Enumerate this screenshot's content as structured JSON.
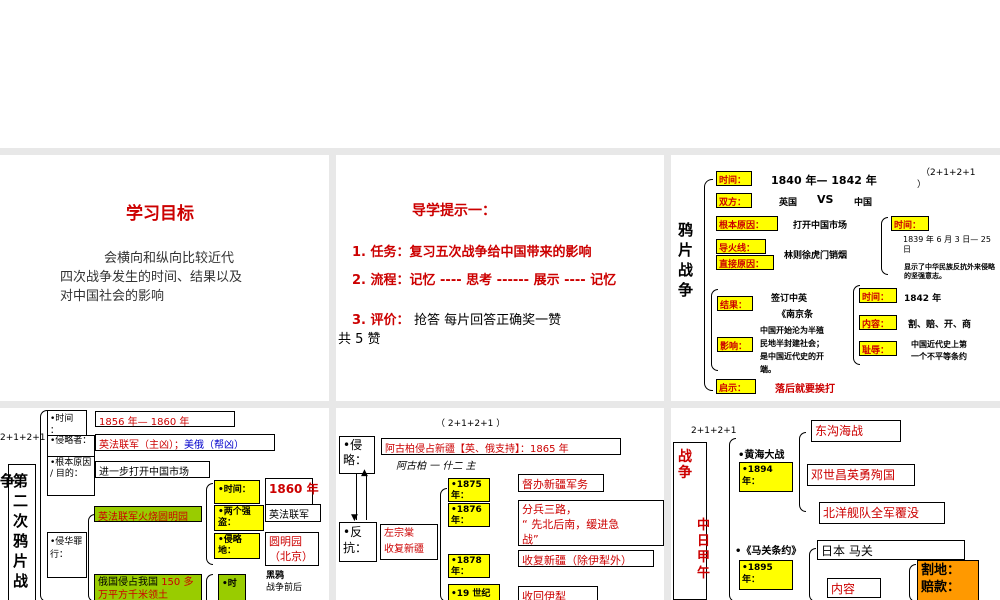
{
  "slide1": {
    "title": "学习目标",
    "body": [
      "会横向和纵向比较近代",
      "四次战争发生的时间、结果以及",
      "对中国社会的影响"
    ]
  },
  "slide2": {
    "title": "导学提示一：",
    "task": "1. 任务：复习五次战争给中国带来的影响",
    "flow": "2. 流程：记忆 ---- 思考 ------ 展示   ---- 记忆",
    "eval_label": "3. 评价：",
    "eval_text": "抢答       每片回答正确奖一赞",
    "eval_total": "共 5 赞"
  },
  "slide3": {
    "score": "（2+1+2+1",
    "score2": "）",
    "vertical_title": [
      "鸦",
      "片",
      "战",
      "争"
    ],
    "time_label": "时间：",
    "time_value": "1840 年— 1842 年",
    "sides_label": "双方：",
    "sides_a": "英国",
    "sides_vs": "VS",
    "sides_b": "中国",
    "root_label": "根本原因：",
    "root_value": "打开中国市场",
    "fuse_label": "导火线：",
    "direct_label": "直接原因：",
    "fuse_value": "林则徐虎门销烟",
    "right_time_label": "时间：",
    "right_time_value": "1839 年 6 月 3 日— 25 日",
    "right_note": "显示了中华民族反抗外来侵略的坚强意志。",
    "result_label": "结果：",
    "result_value1": "签订中英",
    "result_value2": "《南京条",
    "time2_label": "时间：",
    "time2_value": "1842 年",
    "content_label": "内容：",
    "content_value": "割、赔、开、商",
    "effect_label": "影响：",
    "effect_value1": "中国开始沦为半殖",
    "effect_value2": "民地半封建社会；",
    "effect_value3": "是中国近代史的开",
    "effect_value4": "端。",
    "shame_label": "耻辱：",
    "shame_value1": "中国近代史上第",
    "shame_value2": "一个不平等条约",
    "lesson_label": "启示：",
    "lesson_value": "落后就要挨打"
  },
  "slide4": {
    "score": "2+1+2+1",
    "war_prefix": "争",
    "vertical_title": [
      "第",
      "二",
      "次",
      "鸦",
      "片",
      "战"
    ],
    "time_label": "•时间",
    "time_label2": "：",
    "time_value": "1856 年— 1860 年",
    "invader_label": "•侵略者：",
    "invader_value_a": "英法联军（主凶）；",
    "invader_value_b": "美俄（帮凶）",
    "root_label": "•根本原因 / 目的：",
    "root_value": "进一步打开中国市场",
    "crime_label": "•侵华罪行：",
    "crime1": "英法联军火烧圆明园",
    "sub_time": "•时间：",
    "sub_time_value": "1860 年",
    "sub_strong": "•两个强盗：",
    "sub_strong_value": "英法联军",
    "sub_place": "•侵略地：",
    "sub_place_value1": "圆明园",
    "sub_place_value2": "（北京）",
    "crime2_a": "俄国侵占我国",
    "crime2_b": "150 多",
    "crime2_c": "万平方千米领土",
    "sub_time2": "•时",
    "side_note1": "黑鸦",
    "side_note2": "战争前后"
  },
  "slide5": {
    "score": "（ 2+1+2+1 ）",
    "invade_label": "•侵略：",
    "invade_value": "阿古柏侵占新疆【英、俄支持】：1865 年",
    "handwriting": "阿古柏 一 什二 主",
    "resist_label": "•反抗：",
    "resist_a": "左宗棠",
    "resist_b": "收复新疆",
    "y1875": "•1875 年：",
    "y1875_value": "督办新疆军务",
    "y1876": "•1876 年：",
    "y1876_value1": "分兵三路，",
    "y1876_value2": "“ 先北后南，缓进急",
    "y1876_value3": "战”",
    "y1876_value4": "收复新疆（除伊犁外）",
    "y1878": "•1878 年：",
    "y19": "•19 世纪",
    "y19_value": "收回伊犁"
  },
  "slide6": {
    "score": "2+1+2+1",
    "vertical_a": [
      "战",
      "争"
    ],
    "vertical_b": [
      "中",
      "日",
      "甲",
      "午"
    ],
    "battle_label": "•黄海大战",
    "y1894": "•1894 年：",
    "battle1": "东沟海战",
    "battle2": "邓世昌英勇殉国",
    "battle3": "北洋舰队全军覆没",
    "treaty_label": "•《马关条约》",
    "treaty_parties": "日本  马关",
    "y1895": "•1895 年：",
    "content": "内容",
    "cede": "割地：",
    "indemnity": "赔款："
  },
  "colors": {
    "label_yellow": "#ffff00",
    "label_red": "#cc0000",
    "highlight_green": "#99cc00",
    "highlight_orange": "#ff9900",
    "title_red": "#cc0000"
  }
}
